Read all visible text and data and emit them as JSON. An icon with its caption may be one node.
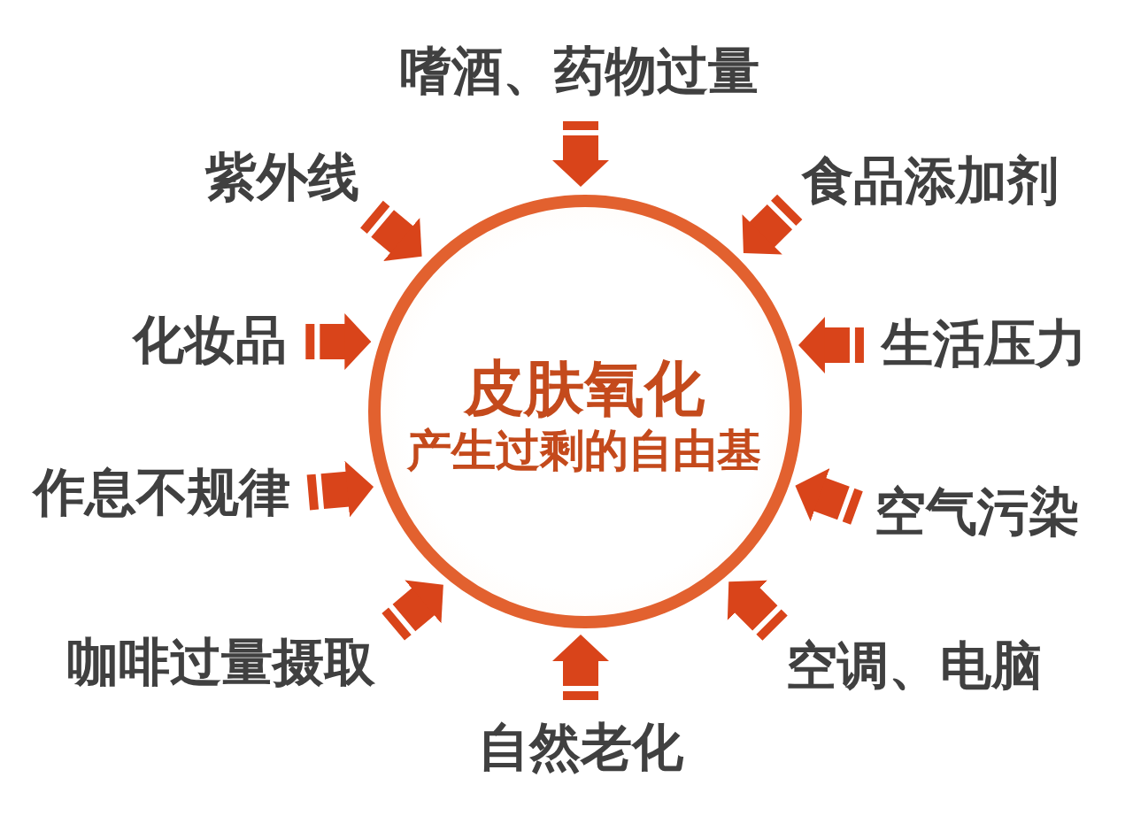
{
  "diagram": {
    "nodes": [
      {
        "text": [
          "皮肤氧化",
          "产生过剩的自由基"
        ]
      },
      {
        "text": [
          "嗜酒、药物过量"
        ]
      },
      {
        "text": [
          "紫外线"
        ]
      },
      {
        "text": [
          "食品添加剂"
        ]
      },
      {
        "text": [
          "化妆品"
        ]
      },
      {
        "text": [
          "生活压力"
        ]
      },
      {
        "text": [
          "作息不规律"
        ]
      },
      {
        "text": [
          "空气污染"
        ]
      },
      {
        "text": [
          "咖啡过量摄取"
        ]
      },
      {
        "text": [
          "空调、电脑"
        ]
      },
      {
        "text": [
          "自然老化"
        ]
      }
    ],
    "edges": [
      {
        "from": 1,
        "to": 0,
        "arrow": "to"
      },
      {
        "from": 2,
        "to": 0,
        "arrow": "to"
      },
      {
        "from": 3,
        "to": 0,
        "arrow": "to"
      },
      {
        "from": 4,
        "to": 0,
        "arrow": "to"
      },
      {
        "from": 5,
        "to": 0,
        "arrow": "to"
      },
      {
        "from": 6,
        "to": 0,
        "arrow": "to"
      },
      {
        "from": 7,
        "to": 0,
        "arrow": "to"
      },
      {
        "from": 8,
        "to": 0,
        "arrow": "to"
      },
      {
        "from": 9,
        "to": 0,
        "arrow": "to"
      },
      {
        "from": 10,
        "to": 0,
        "arrow": "to"
      }
    ]
  }
}
